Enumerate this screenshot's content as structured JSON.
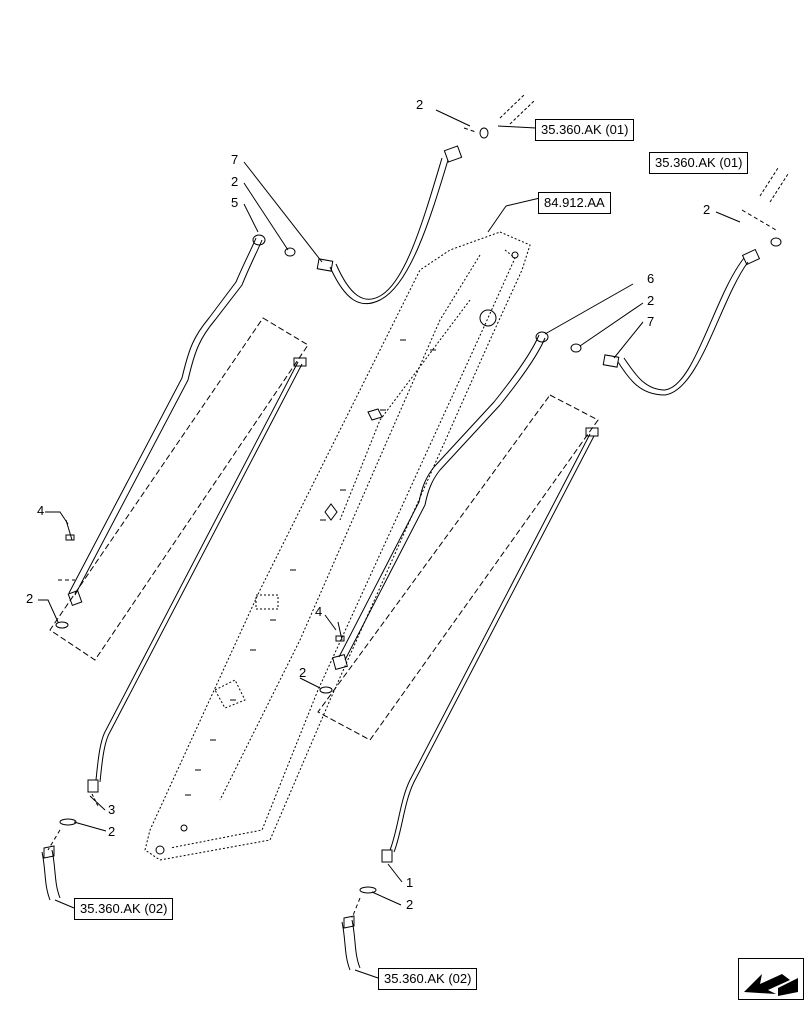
{
  "references": {
    "ak01_top": "35.360.AK (01)",
    "ak01_right": "35.360.AK (01)",
    "boom": "84.912.AA",
    "ak02_left": "35.360.AK (02)",
    "ak02_right": "35.360.AK (02)"
  },
  "callouts": {
    "c2_top": "2",
    "c7_left": "7",
    "c2_left_upper": "2",
    "c5_left": "5",
    "c4_left": "4",
    "c2_left_mid": "2",
    "c3_left": "3",
    "c2_left_low": "2",
    "c2_right_top": "2",
    "c6_right": "6",
    "c2_right": "2",
    "c7_right": "7",
    "c4_mid": "4",
    "c2_mid": "2",
    "c1_right": "1",
    "c2_right_low": "2"
  },
  "icons": {
    "nav": "arrow-navigation-icon"
  }
}
